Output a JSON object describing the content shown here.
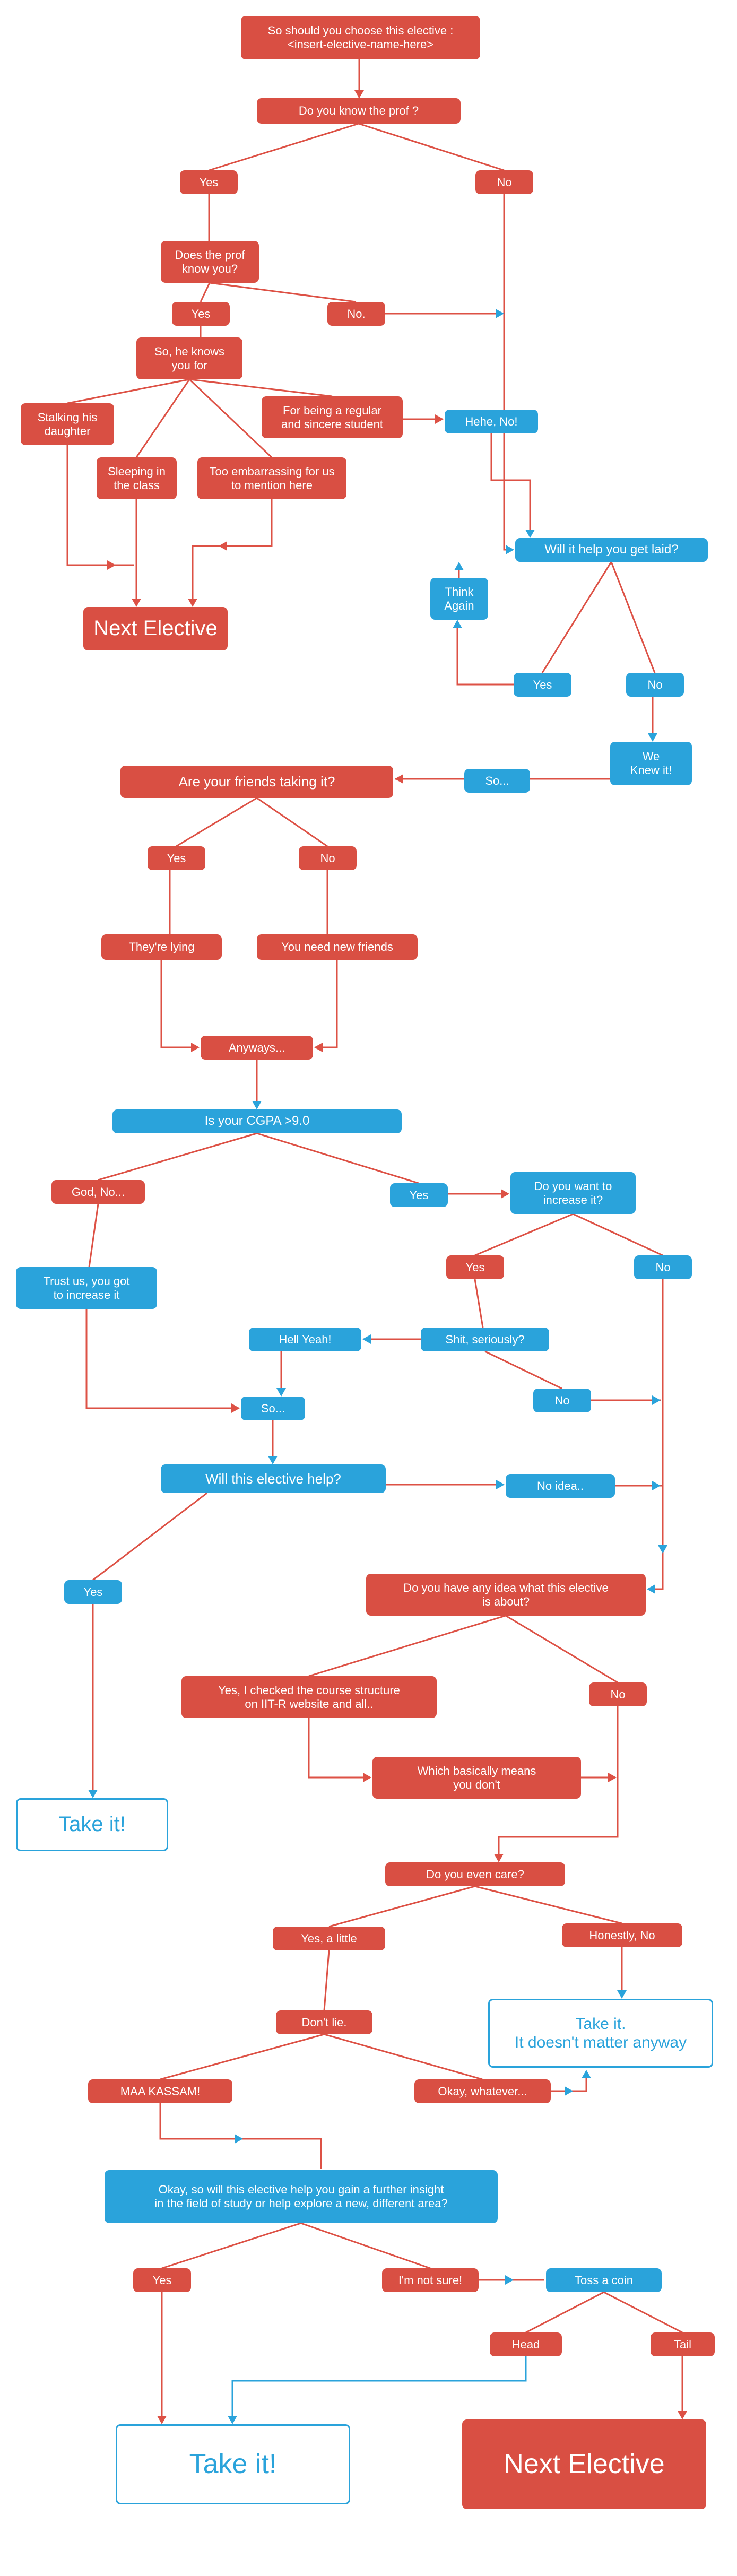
{
  "title": "So should you choose this elective flowchart",
  "colors": {
    "node_red": "#d94f43",
    "node_blue": "#2aa3db",
    "line_red": "#dd5145",
    "line_blue": "#2aa3db",
    "outline_box_text": "#2aa3db",
    "background": "#ffffff"
  },
  "nodes": {
    "title": {
      "label": "So should you choose this elective :\n<insert-elective-name-here>"
    },
    "know_prof": {
      "label": "Do you know the prof ?"
    },
    "know_prof_yes": {
      "label": "Yes"
    },
    "know_prof_no": {
      "label": "No"
    },
    "prof_knows_you": {
      "label": "Does the prof\nknow you?"
    },
    "prof_knows_yes": {
      "label": "Yes"
    },
    "prof_knows_no": {
      "label": "No."
    },
    "knows_you_for": {
      "label": "So, he knows\nyou for"
    },
    "stalking": {
      "label": "Stalking his\ndaughter"
    },
    "regular_student": {
      "label": "For being a regular\nand sincere student"
    },
    "hehe_no": {
      "label": "Hehe, No!"
    },
    "sleeping": {
      "label": "Sleeping in\nthe class"
    },
    "embarrassing": {
      "label": "Too embarrassing for us\nto mention here"
    },
    "get_laid": {
      "label": "Will it help you get laid?"
    },
    "think_again": {
      "label": "Think\nAgain"
    },
    "next_elective_1": {
      "label": "Next Elective"
    },
    "laid_yes": {
      "label": "Yes"
    },
    "laid_no": {
      "label": "No"
    },
    "we_knew_it": {
      "label": "We\nKnew it!"
    },
    "so_1": {
      "label": "So..."
    },
    "friends_taking": {
      "label": "Are your friends taking it?"
    },
    "friends_yes": {
      "label": "Yes"
    },
    "friends_no": {
      "label": "No"
    },
    "theyre_lying": {
      "label": "They're lying"
    },
    "need_new_friends": {
      "label": "You need new friends"
    },
    "anyways": {
      "label": "Anyways..."
    },
    "cgpa": {
      "label": "Is your CGPA >9.0"
    },
    "god_no": {
      "label": "God, No..."
    },
    "cgpa_yes": {
      "label": "Yes"
    },
    "increase_it": {
      "label": "Do you want to\nincrease it?"
    },
    "trust_us": {
      "label": "Trust us, you got\nto increase it"
    },
    "increase_yes": {
      "label": "Yes"
    },
    "increase_no": {
      "label": "No"
    },
    "hell_yeah": {
      "label": "Hell Yeah!"
    },
    "shit_seriously": {
      "label": "Shit, seriously?"
    },
    "seriously_no": {
      "label": "No"
    },
    "so_2": {
      "label": "So..."
    },
    "elective_help": {
      "label": "Will this elective help?"
    },
    "no_idea": {
      "label": "No idea.."
    },
    "help_yes": {
      "label": "Yes"
    },
    "any_idea": {
      "label": "Do you have any idea what this elective\nis about?"
    },
    "checked_structure": {
      "label": "Yes, I checked the course structure\non IIT-R website and all.."
    },
    "idea_no": {
      "label": "No"
    },
    "basically_means": {
      "label": "Which basically means\nyou don't"
    },
    "take_it_1": {
      "label": "Take it!"
    },
    "even_care": {
      "label": "Do you even care?"
    },
    "care_little": {
      "label": "Yes, a little"
    },
    "honestly_no": {
      "label": "Honestly, No"
    },
    "dont_lie": {
      "label": "Don't lie."
    },
    "take_it_anyway": {
      "label": "Take it.\nIt doesn't matter anyway"
    },
    "maa_kassam": {
      "label": "MAA KASSAM!"
    },
    "okay_whatever": {
      "label": "Okay, whatever..."
    },
    "insight": {
      "label": "Okay, so will this elective help you gain a further insight\nin the field of study or help explore a new, different area?"
    },
    "insight_yes": {
      "label": "Yes"
    },
    "not_sure": {
      "label": "I'm not sure!"
    },
    "toss_coin": {
      "label": "Toss a coin"
    },
    "head": {
      "label": "Head"
    },
    "tail": {
      "label": "Tail"
    },
    "take_it_big": {
      "label": "Take it!"
    },
    "next_elective_2": {
      "label": "Next Elective"
    }
  }
}
